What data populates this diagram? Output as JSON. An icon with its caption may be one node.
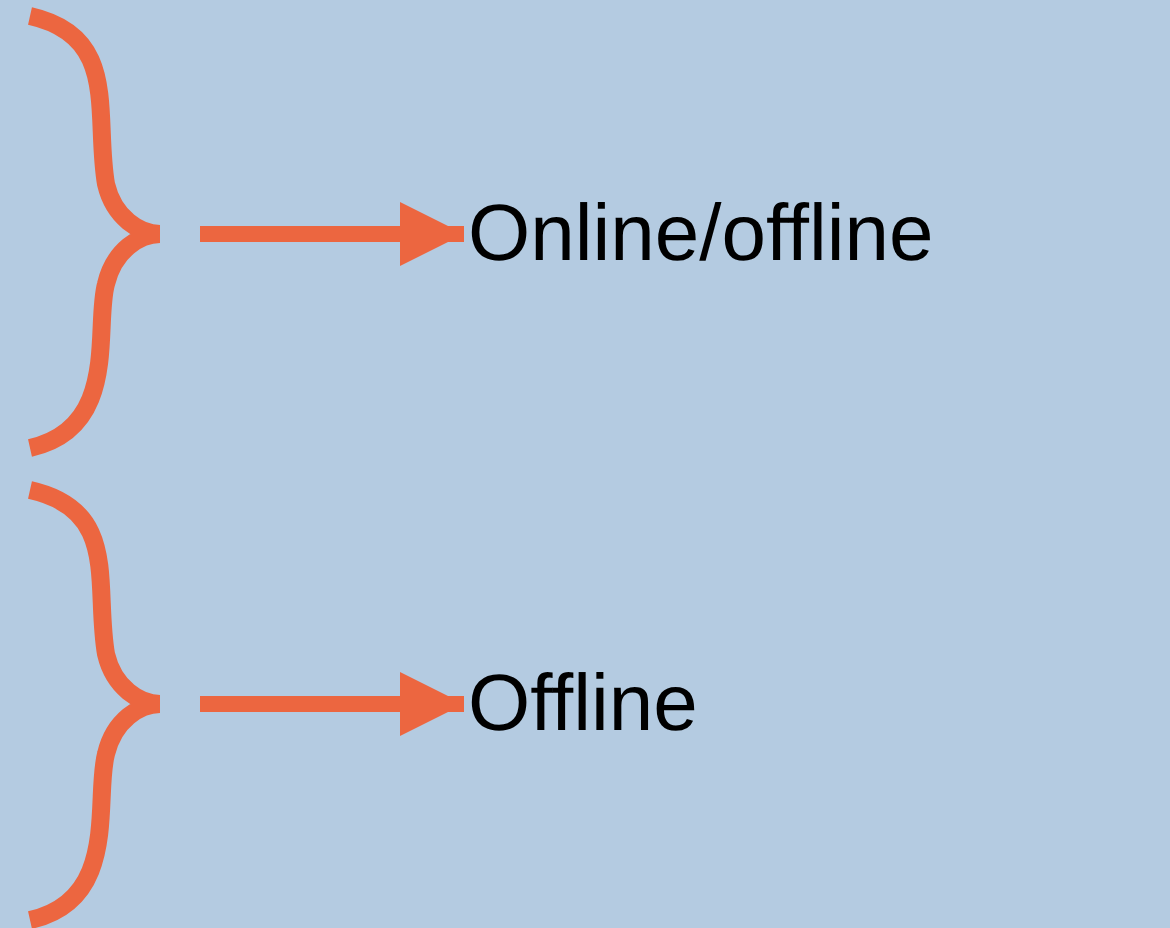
{
  "diagram": {
    "nodes": [
      {
        "text": [
          "Online/offline"
        ]
      },
      {
        "text": [
          "Offline"
        ]
      }
    ],
    "edges": [
      {
        "from": null,
        "to": 0,
        "arrow": "to"
      },
      {
        "from": null,
        "to": 1,
        "arrow": "to"
      }
    ]
  }
}
